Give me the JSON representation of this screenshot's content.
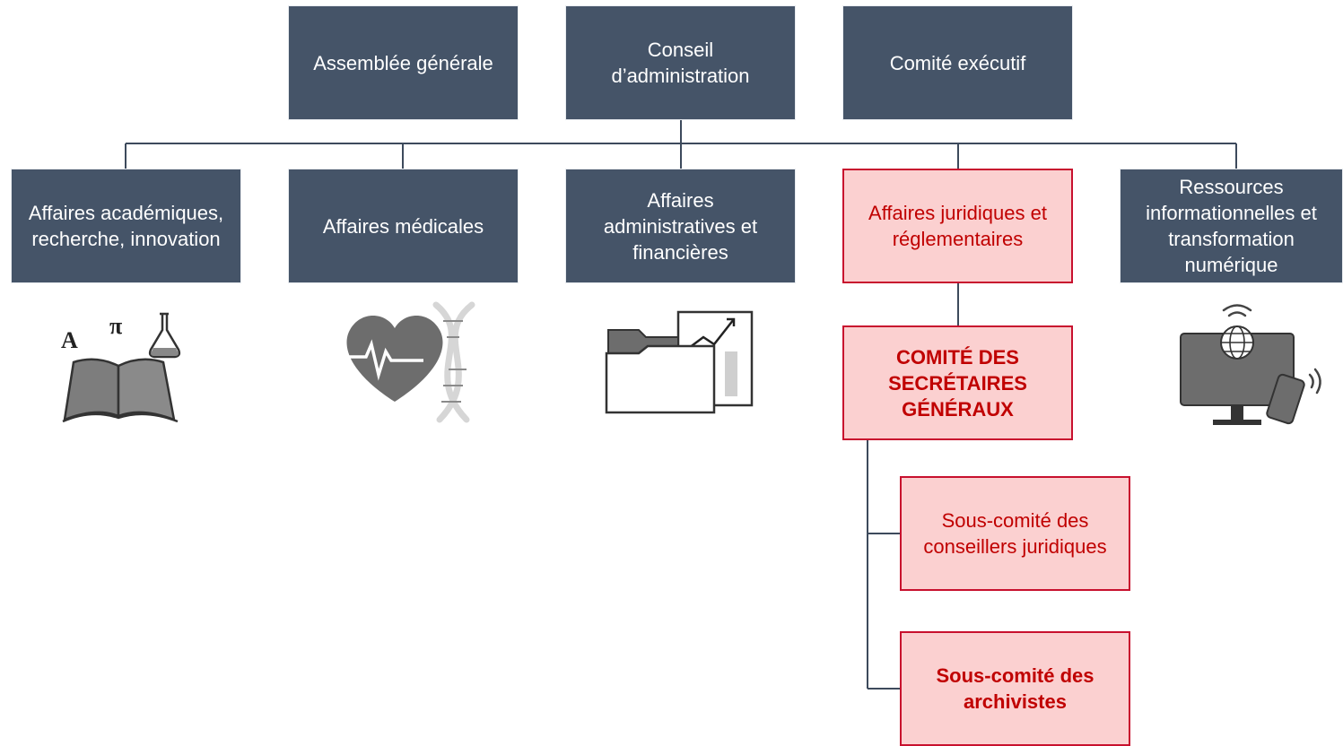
{
  "top_row": [
    {
      "id": "assemblee",
      "label": "Assemblée générale"
    },
    {
      "id": "conseil",
      "label": "Conseil\nd’administration"
    },
    {
      "id": "comite-executif",
      "label": "Comité exécutif"
    }
  ],
  "departments": [
    {
      "id": "academiques",
      "label": "Affaires académiques,\nrecherche, innovation",
      "icon": "book-science-icon"
    },
    {
      "id": "medicales",
      "label": "Affaires médicales",
      "icon": "heart-dna-icon"
    },
    {
      "id": "administratives",
      "label": "Affaires\nadministratives et\nfinancières",
      "icon": "folder-chart-icon"
    },
    {
      "id": "juridiques",
      "label": "Affaires juridiques et\nréglementaires",
      "highlight": true
    },
    {
      "id": "ressources",
      "label": "Ressources\ninformationnelles et\ntransformation\nnumérique",
      "icon": "monitor-tablet-icon"
    }
  ],
  "committee": {
    "label": "COMITÉ DES\nSECRÉTAIRES\nGÉNÉRAUX"
  },
  "subcommittees": [
    {
      "id": "conseillers",
      "label": "Sous-comité des\nconseillers juridiques",
      "bold": false
    },
    {
      "id": "archivistes",
      "label": "Sous-comité des\narchivistes",
      "bold": true
    }
  ],
  "colors": {
    "dark_box": "#455468",
    "highlight_fill": "#fbd0d0",
    "highlight_border": "#c8102e",
    "highlight_text": "#c00000",
    "connector": "#3d4a5c"
  }
}
